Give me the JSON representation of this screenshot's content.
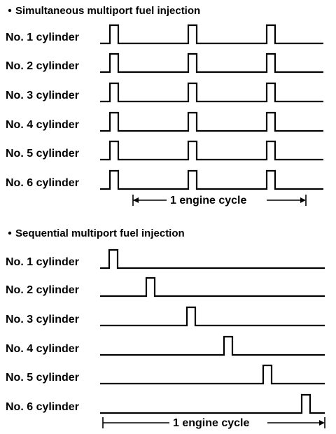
{
  "simultaneous": {
    "title": "Simultaneous multiport fuel injection",
    "cylinders": [
      {
        "label": "No. 1 cylinder",
        "pulses": [
          1,
          2,
          3
        ]
      },
      {
        "label": "No. 2 cylinder",
        "pulses": [
          1,
          2,
          3
        ]
      },
      {
        "label": "No. 3 cylinder",
        "pulses": [
          1,
          2,
          3
        ]
      },
      {
        "label": "No. 4 cylinder",
        "pulses": [
          1,
          2,
          3
        ]
      },
      {
        "label": "No. 5 cylinder",
        "pulses": [
          1,
          2,
          3
        ]
      },
      {
        "label": "No. 6 cylinder",
        "pulses": [
          1,
          2,
          3
        ]
      }
    ],
    "cycle_label": "1 engine cycle"
  },
  "sequential": {
    "title": "Sequential multiport fuel injection",
    "cylinders": [
      {
        "label": "No. 1 cylinder",
        "pulse": 1
      },
      {
        "label": "No. 2 cylinder",
        "pulse": 2
      },
      {
        "label": "No. 3 cylinder",
        "pulse": 3
      },
      {
        "label": "No. 4 cylinder",
        "pulse": 4
      },
      {
        "label": "No. 5 cylinder",
        "pulse": 5
      },
      {
        "label": "No. 6 cylinder",
        "pulse": 6
      }
    ],
    "cycle_label": "1 engine cycle"
  }
}
